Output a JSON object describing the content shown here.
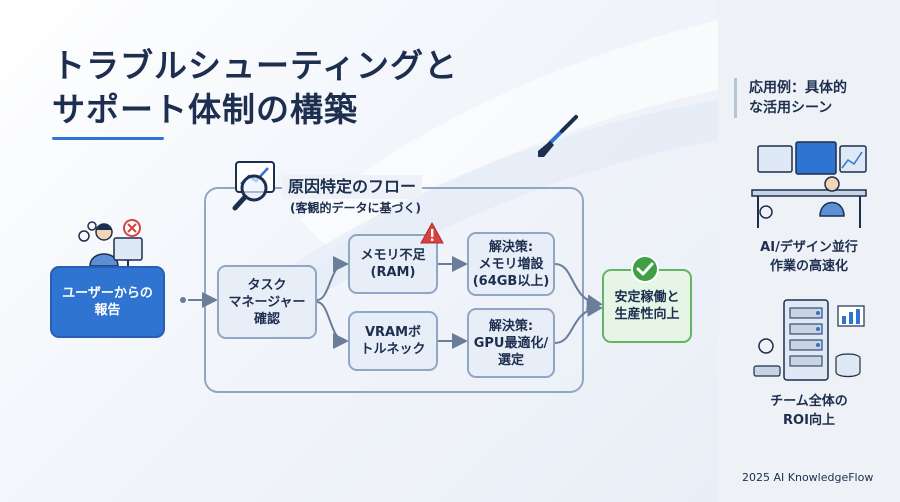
{
  "title": {
    "line1": "トラブルシューティングと",
    "line2": "サポート体制の構築"
  },
  "flow": {
    "title": "原因特定のフロー",
    "subtitle": "(客観的データに基づく)"
  },
  "nodes": {
    "user_report": "ユーザーからの\n報告",
    "task_manager": "タスク\nマネージャー\n確認",
    "memory_shortage": "メモリ不足\n(RAM)",
    "vram_bottleneck": "VRAMボ\nトルネック",
    "solution_memory": "解決策:\nメモリ増設\n(64GB以上)",
    "solution_gpu": "解決策:\nGPU最適化/\n選定",
    "stable_operation": "安定稼働と\n生産性向上"
  },
  "sidebar": {
    "title": "応用例：具体的\nな活用シーン",
    "case1": "AI/デザイン並行\n作業の高速化",
    "case2": "チーム全体の\nROI向上"
  },
  "footer": "2025 AI KnowledgeFlow",
  "colors": {
    "navy": "#1d2e4e",
    "accent_blue": "#2f74d0",
    "node_fill": "#e8eef8",
    "node_border": "#8fa6c4",
    "success_green": "#63b463",
    "warning_red": "#d94040"
  },
  "icons": {
    "search": "magnifier-chart-icon",
    "warning": "warning-triangle-icon",
    "check": "check-circle-icon",
    "brush": "paint-brush-icon"
  }
}
